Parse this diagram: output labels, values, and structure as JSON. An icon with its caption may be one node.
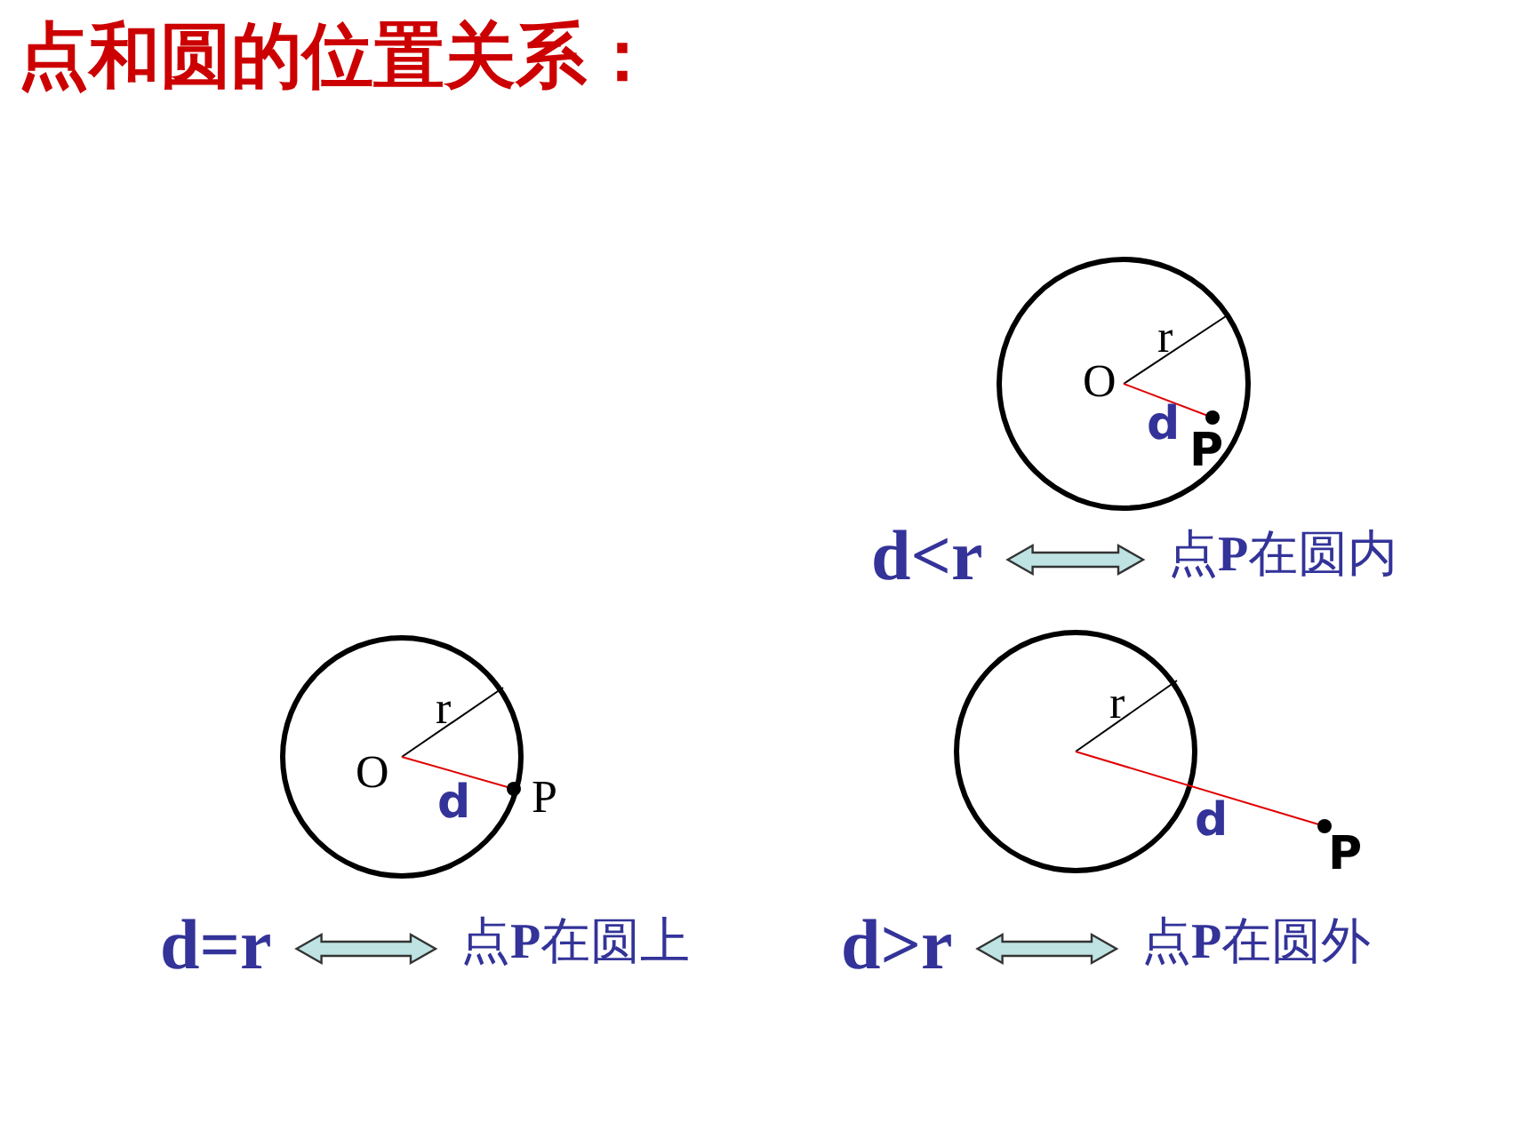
{
  "diagram": {
    "title": "点和圆的位置关系：",
    "nodes": [
      {
        "text": [
          "d<r"
        ]
      },
      {
        "text": [
          "点**P**在圆内"
        ]
      },
      {
        "text": [
          "d=r"
        ]
      },
      {
        "text": [
          "点**P**在圆上"
        ]
      },
      {
        "text": [
          "d>r"
        ]
      },
      {
        "text": [
          "点**P**在圆外"
        ]
      }
    ],
    "edges": [
      {
        "from": 0,
        "to": 1,
        "arrow": "both"
      },
      {
        "from": 2,
        "to": 3,
        "arrow": "both"
      },
      {
        "from": 4,
        "to": 5,
        "arrow": "both"
      }
    ],
    "labels": [
      "r",
      "O",
      "d",
      "P",
      "r",
      "O",
      "d",
      "P",
      "r",
      "d",
      "P"
    ]
  }
}
